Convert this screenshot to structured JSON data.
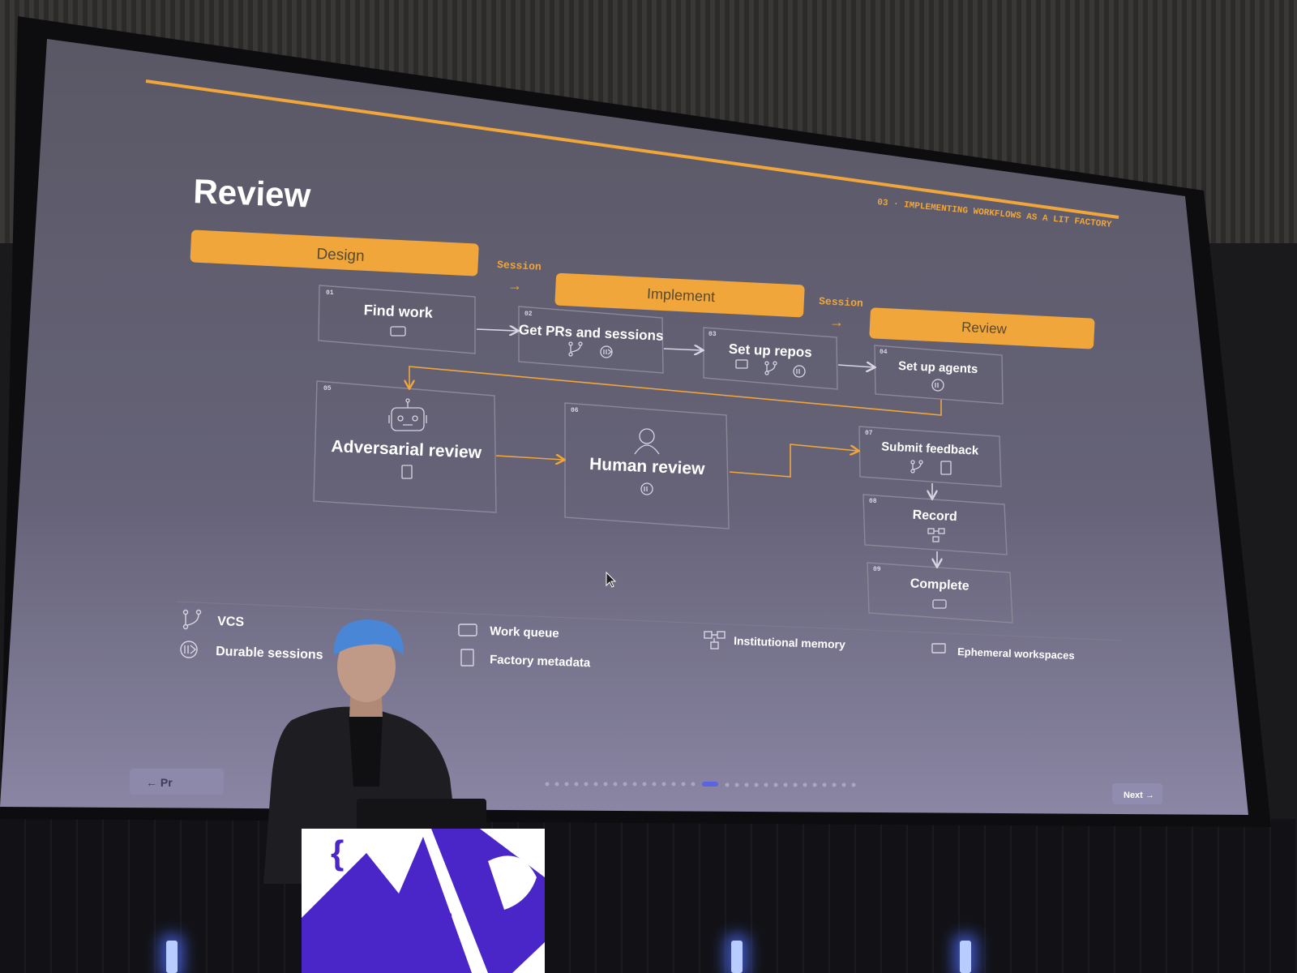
{
  "slide": {
    "title": "Review",
    "section_label": "03 · IMPLEMENTING WORKFLOWS AS A LIT FACTORY",
    "phases": [
      {
        "label": "Design"
      },
      {
        "label": "Implement"
      },
      {
        "label": "Review"
      }
    ],
    "connectors": [
      {
        "label": "Session",
        "arrow": "→"
      },
      {
        "label": "Session",
        "arrow": "→"
      }
    ],
    "steps": [
      {
        "num": "01",
        "label": "Find work"
      },
      {
        "num": "02",
        "label": "Get PRs and sessions"
      },
      {
        "num": "03",
        "label": "Set up repos"
      },
      {
        "num": "04",
        "label": "Set up agents"
      },
      {
        "num": "05",
        "label": "Adversarial review"
      },
      {
        "num": "06",
        "label": "Human review"
      },
      {
        "num": "07",
        "label": "Submit feedback"
      },
      {
        "num": "08",
        "label": "Record"
      },
      {
        "num": "09",
        "label": "Complete"
      }
    ],
    "legend": [
      {
        "label": "VCS",
        "icon": "branch-icon"
      },
      {
        "label": "Durable sessions",
        "icon": "durable-session-icon"
      },
      {
        "label": "Work queue",
        "icon": "work-queue-icon"
      },
      {
        "label": "Factory metadata",
        "icon": "factory-metadata-icon"
      },
      {
        "label": "Institutional memory",
        "icon": "institutional-memory-icon"
      },
      {
        "label": "Ephemeral workspaces",
        "icon": "ephemeral-workspace-icon"
      }
    ],
    "nav": {
      "prev": "← Pr",
      "next": "Next →"
    },
    "colors": {
      "accent": "#f0a63a",
      "slide_bg": "#5d5a6c",
      "box_border": "#8b8898"
    }
  }
}
